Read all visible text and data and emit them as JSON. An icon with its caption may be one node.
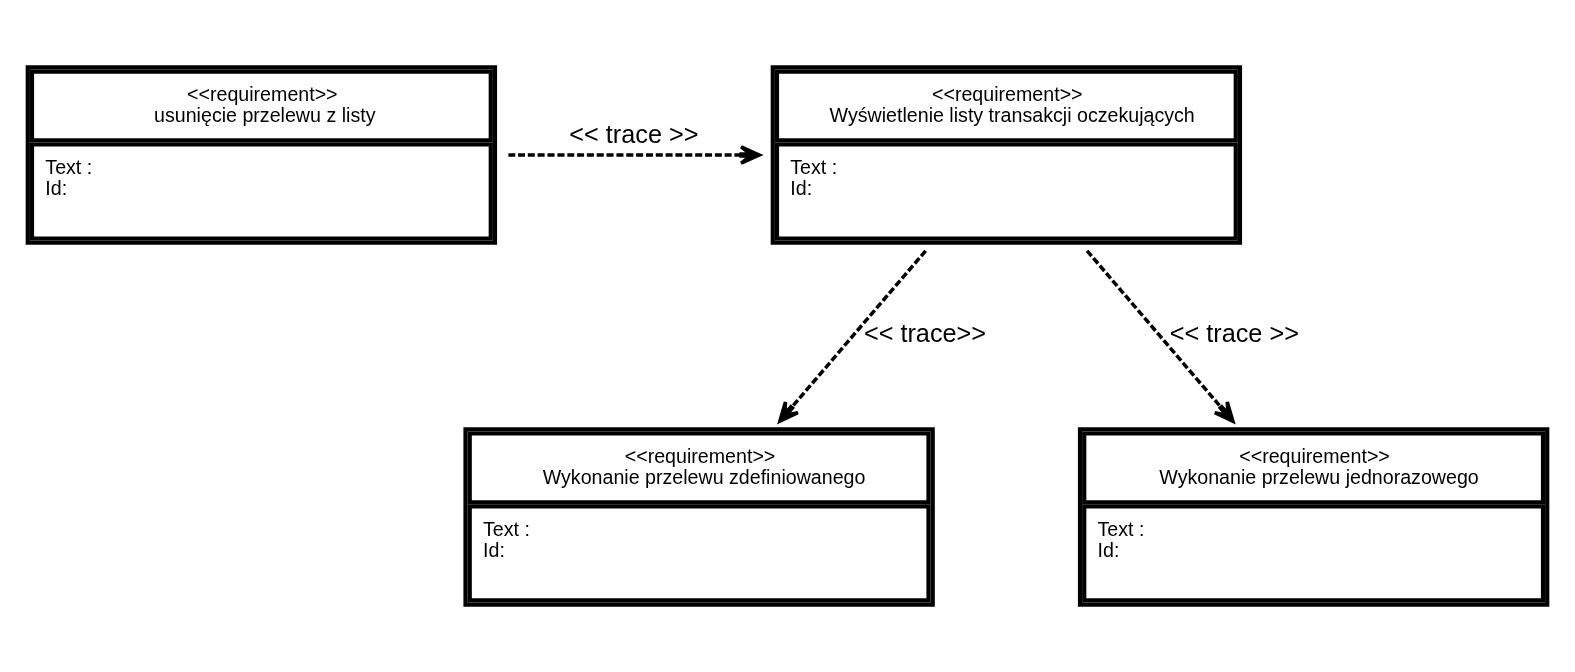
{
  "diagram": {
    "nodes": [
      {
        "text": [
          "<<requirement>>",
          "Wyświetlenie listy transakcji oczekujących",
          "Text :",
          "Id:"
        ]
      },
      {
        "text": [
          "<<requirement>>",
          "usunięcie przelewu z listy",
          "Text :",
          "Id:"
        ]
      },
      {
        "text": [
          "<<requirement>>",
          "Wykonanie przelewu zdefiniowanego",
          "Text :",
          "Id:"
        ]
      },
      {
        "text": [
          "<<requirement>>",
          "Wykonanie przelewu jednorazowego",
          "Text :",
          "Id:"
        ]
      }
    ],
    "edges": [
      {
        "from": 0,
        "to": 2,
        "arrow": "to",
        "style": "dashed",
        "label": "<< trace>>"
      },
      {
        "from": 0,
        "to": 3,
        "arrow": "to",
        "style": "dashed",
        "label": "<< trace >>"
      },
      {
        "from": 1,
        "to": 0,
        "arrow": "to",
        "style": "dashed",
        "label": "<< trace >>"
      }
    ]
  }
}
